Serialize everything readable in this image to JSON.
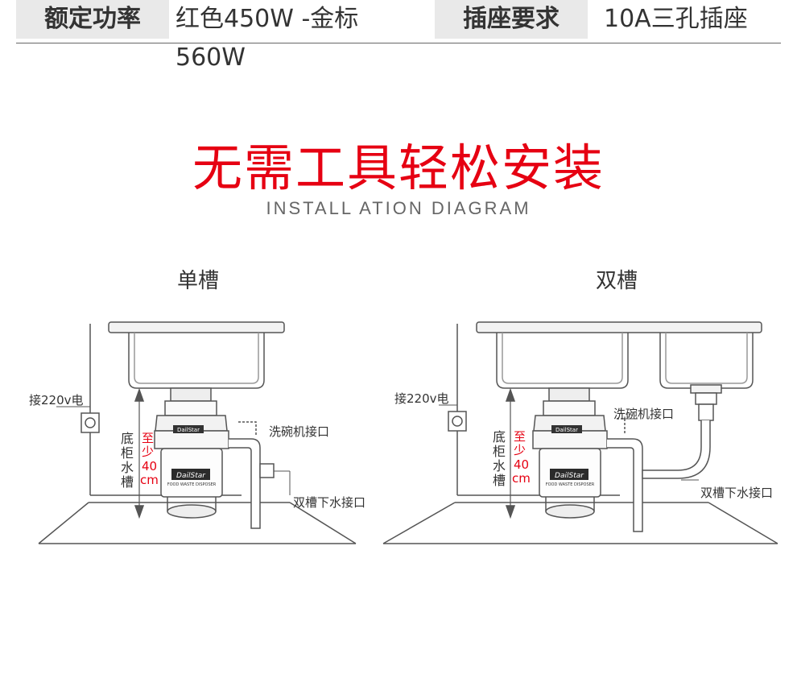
{
  "specs": {
    "power_label": "额定功率",
    "power_value": "红色450W -金标560W",
    "socket_label": "插座要求",
    "socket_value": "10A三孔插座"
  },
  "title": "无需工具轻松安装",
  "subtitle": "INSTALL ATION DIAGRAM",
  "single": {
    "heading": "单槽",
    "power_label": "接220v电",
    "dishwasher_label": "洗碗机接口",
    "double_sink_label": "双槽下水接口",
    "cabinet_chars": [
      "底",
      "柜",
      "水",
      "槽"
    ],
    "min_height_chars": [
      "至",
      "少",
      "40",
      "cm"
    ]
  },
  "double": {
    "heading": "双槽",
    "power_label": "接220v电",
    "dishwasher_label": "洗碗机接口",
    "double_sink_label": "双槽下水接口",
    "cabinet_chars": [
      "底",
      "柜",
      "水",
      "槽"
    ],
    "min_height_chars": [
      "至",
      "少",
      "40",
      "cm"
    ]
  },
  "brand": "DailStar",
  "product_line": "FOOD WASTE DISPOSER",
  "colors": {
    "accent": "#e60012",
    "line": "#555555",
    "text": "#333333"
  }
}
